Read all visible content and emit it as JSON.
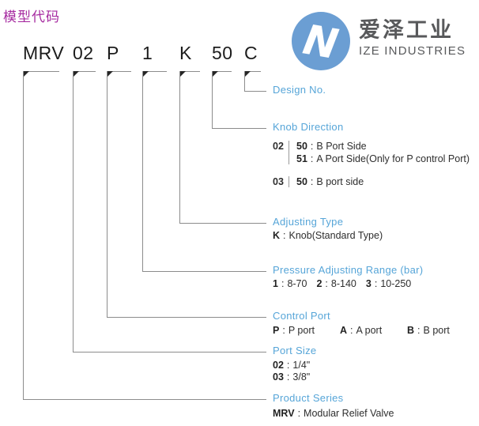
{
  "page_title": "模型代码",
  "logo": {
    "cn": "爱泽工业",
    "en": "IZE INDUSTRIES"
  },
  "colors": {
    "accent_blue": "#56a5d8",
    "title_magenta": "#a62ba0",
    "logo_blue": "#6b9ed3",
    "text_dark": "#2e2e2e",
    "line_gray": "#8c8c8c"
  },
  "model_code": {
    "segments": [
      "MRV",
      "02",
      "P",
      "1",
      "K",
      "50",
      "C"
    ]
  },
  "diagram": {
    "pair_separator": ":",
    "entries": [
      {
        "code": "MRV",
        "label": "Product Series",
        "type": "single",
        "pairs": [
          {
            "k": "MRV",
            "v": "Modular Relief Valve"
          }
        ]
      },
      {
        "code": "02",
        "label": "Port Size",
        "type": "column",
        "pairs": [
          {
            "k": "02",
            "v": "1/4\""
          },
          {
            "k": "03",
            "v": "3/8\""
          }
        ]
      },
      {
        "code": "P",
        "label": "Control Port",
        "type": "row-wide",
        "pairs": [
          {
            "k": "P",
            "v": "P port"
          },
          {
            "k": "A",
            "v": "A port"
          },
          {
            "k": "B",
            "v": "B port"
          }
        ]
      },
      {
        "code": "1",
        "label": "Pressure Adjusting Range (bar)",
        "type": "row",
        "pairs": [
          {
            "k": "1",
            "v": "8-70"
          },
          {
            "k": "2",
            "v": "8-140"
          },
          {
            "k": "3",
            "v": "10-250"
          }
        ]
      },
      {
        "code": "K",
        "label": "Adjusting Type",
        "type": "single",
        "pairs": [
          {
            "k": "K",
            "v": "Knob(Standard Type)"
          }
        ]
      },
      {
        "code": "50",
        "label": "Knob Direction",
        "type": "grouped",
        "groups": [
          {
            "k": "02",
            "rows": [
              {
                "k": "50",
                "v": "B Port Side"
              },
              {
                "k": "51",
                "v": "A Port Side(Only for P control Port)"
              }
            ]
          },
          {
            "k": "03",
            "rows": [
              {
                "k": "50",
                "v": "B port side"
              }
            ]
          }
        ]
      },
      {
        "code": "C",
        "label": "Design No.",
        "type": "none"
      }
    ]
  }
}
